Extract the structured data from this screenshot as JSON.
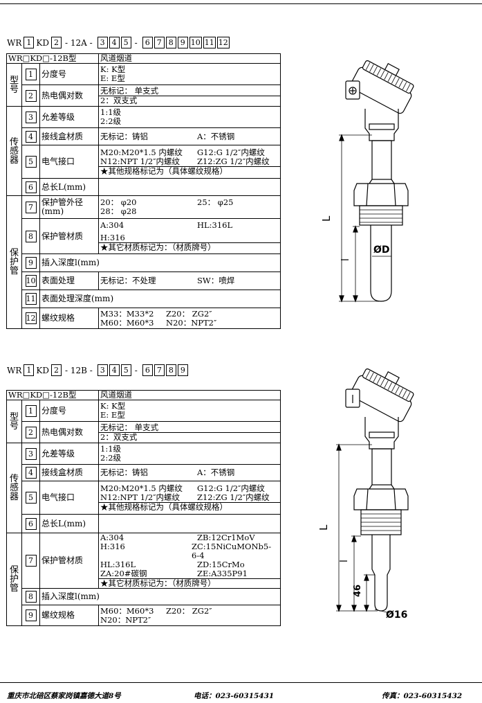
{
  "model1": {
    "code": {
      "prefix": "WR",
      "boxes_a": [
        "1"
      ],
      "mid": "KD",
      "boxes_b": [
        "2"
      ],
      "series": "- 12A -",
      "boxes_c": [
        "3",
        "4",
        "5"
      ],
      "dash": "-",
      "boxes_d": [
        "6",
        "7",
        "8",
        "9",
        "10",
        "11",
        "12"
      ]
    },
    "header": {
      "left": "WR□KD□-12B型",
      "right": "风道烟道"
    },
    "groups": {
      "type": "型号",
      "sensor": "传感器",
      "tube": "保护管"
    },
    "rows": {
      "r1": {
        "num": "1",
        "name": "分度号",
        "v1": "K:    K型",
        "v2": "E:    E型"
      },
      "r2": {
        "num": "2",
        "name": "热电偶对数",
        "v1": "无标记：  单支式",
        "v2": "2：双支式"
      },
      "r3": {
        "num": "3",
        "name": "允差等级",
        "v1": "1:1级",
        "v2": "2:2级"
      },
      "r4": {
        "num": "4",
        "name": "接线盒材质",
        "v1": "无标记：铸铝",
        "v2": "A：不锈钢"
      },
      "r5": {
        "num": "5",
        "name": "电气接口",
        "v1a": "M20:M20*1.5 内螺纹",
        "v1b": "G12:G 1/2″内螺纹",
        "v2a": "N12:NPT 1/2″内螺纹",
        "v2b": "Z12:ZG 1/2″内螺纹",
        "v3": "★其他规格标记为（具体螺纹规格）"
      },
      "r6": {
        "num": "6",
        "name": "总长L(mm)"
      },
      "r7": {
        "num": "7",
        "name": "保护管外径(mm)",
        "v1a": "20：  φ20",
        "v1b": "25：  φ25",
        "v2": "28：  φ28"
      },
      "r8": {
        "num": "8",
        "name": "保护管材质",
        "v1a": "A:304",
        "v1b": "HL:316L",
        "v2": "H:316",
        "v3": "★其它材质标记为：（材质牌号）"
      },
      "r9": {
        "num": "9",
        "name": "插入深度l(mm)"
      },
      "r10": {
        "num": "10",
        "name": "表面处理",
        "v1": "无标记：不处理",
        "v2": "SW：喷焊"
      },
      "r11": {
        "num": "11",
        "name": "表面处理深度(mm)"
      },
      "r12": {
        "num": "12",
        "name": "螺纹规格",
        "v1a": "M33：M33*2",
        "v1b": "Z20：   ZG2″",
        "v2a": "M60：M60*3",
        "v2b": "N20：NPT2″"
      }
    },
    "drawing": {
      "L": "L",
      "l": "l",
      "dia": "ØD"
    }
  },
  "model2": {
    "code": {
      "prefix": "WR",
      "boxes_a": [
        "1"
      ],
      "mid": "KD",
      "boxes_b": [
        "2"
      ],
      "series": "- 12B -",
      "boxes_c": [
        "3",
        "4",
        "5"
      ],
      "dash": "-",
      "boxes_d": [
        "6",
        "7",
        "8",
        "9"
      ]
    },
    "header": {
      "left": "WR□KD□-12B型",
      "right": "风道烟道"
    },
    "groups": {
      "type": "型号",
      "sensor": "传感器",
      "tube": "保护管"
    },
    "rows": {
      "r1": {
        "num": "1",
        "name": "分度号",
        "v1": "K:    K型",
        "v2": "E:    E型"
      },
      "r2": {
        "num": "2",
        "name": "热电偶对数",
        "v1": "无标记：  单支式",
        "v2": "2：双支式"
      },
      "r3": {
        "num": "3",
        "name": "允差等级",
        "v1": "1:1级",
        "v2": "2:2级"
      },
      "r4": {
        "num": "4",
        "name": "接线盒材质",
        "v1": "无标记：铸铝",
        "v2": "A：不锈钢"
      },
      "r5": {
        "num": "5",
        "name": "电气接口",
        "v1a": "M20:M20*1.5 内螺纹",
        "v1b": "G12:G 1/2″内螺纹",
        "v2a": "N12:NPT 1/2″内螺纹",
        "v2b": "Z12:ZG 1/2″内螺纹",
        "v3": "★其他规格标记为（具体螺纹规格）"
      },
      "r6": {
        "num": "6",
        "name": "总长L(mm)"
      },
      "r7": {
        "num": "7",
        "name": "保护管材质",
        "lines": [
          [
            "A:304",
            "ZB:12Cr1MoV"
          ],
          [
            "H:316",
            "ZC:15NiCuMONb5-6-4"
          ],
          [
            "HL:316L",
            "ZD:15CrMo"
          ],
          [
            "ZA:20#碳钢",
            "ZE:A335P91"
          ]
        ],
        "note": "★其它材质标记为：（材质牌号）"
      },
      "r8": {
        "num": "8",
        "name": "插入深度l(mm)"
      },
      "r9": {
        "num": "9",
        "name": "螺纹规格",
        "v1a": "M60：M60*3",
        "v1b": "Z20：   ZG2″",
        "v2": "N20：NPT2″"
      }
    },
    "drawing": {
      "L": "L",
      "l": "l",
      "h": "46",
      "dia": "Ø16"
    }
  },
  "footer": {
    "address": "重庆市北碚区蔡家岗镇嘉德大道8号",
    "phone": "电话：023-60315431",
    "fax": "传真：023-60315432"
  }
}
